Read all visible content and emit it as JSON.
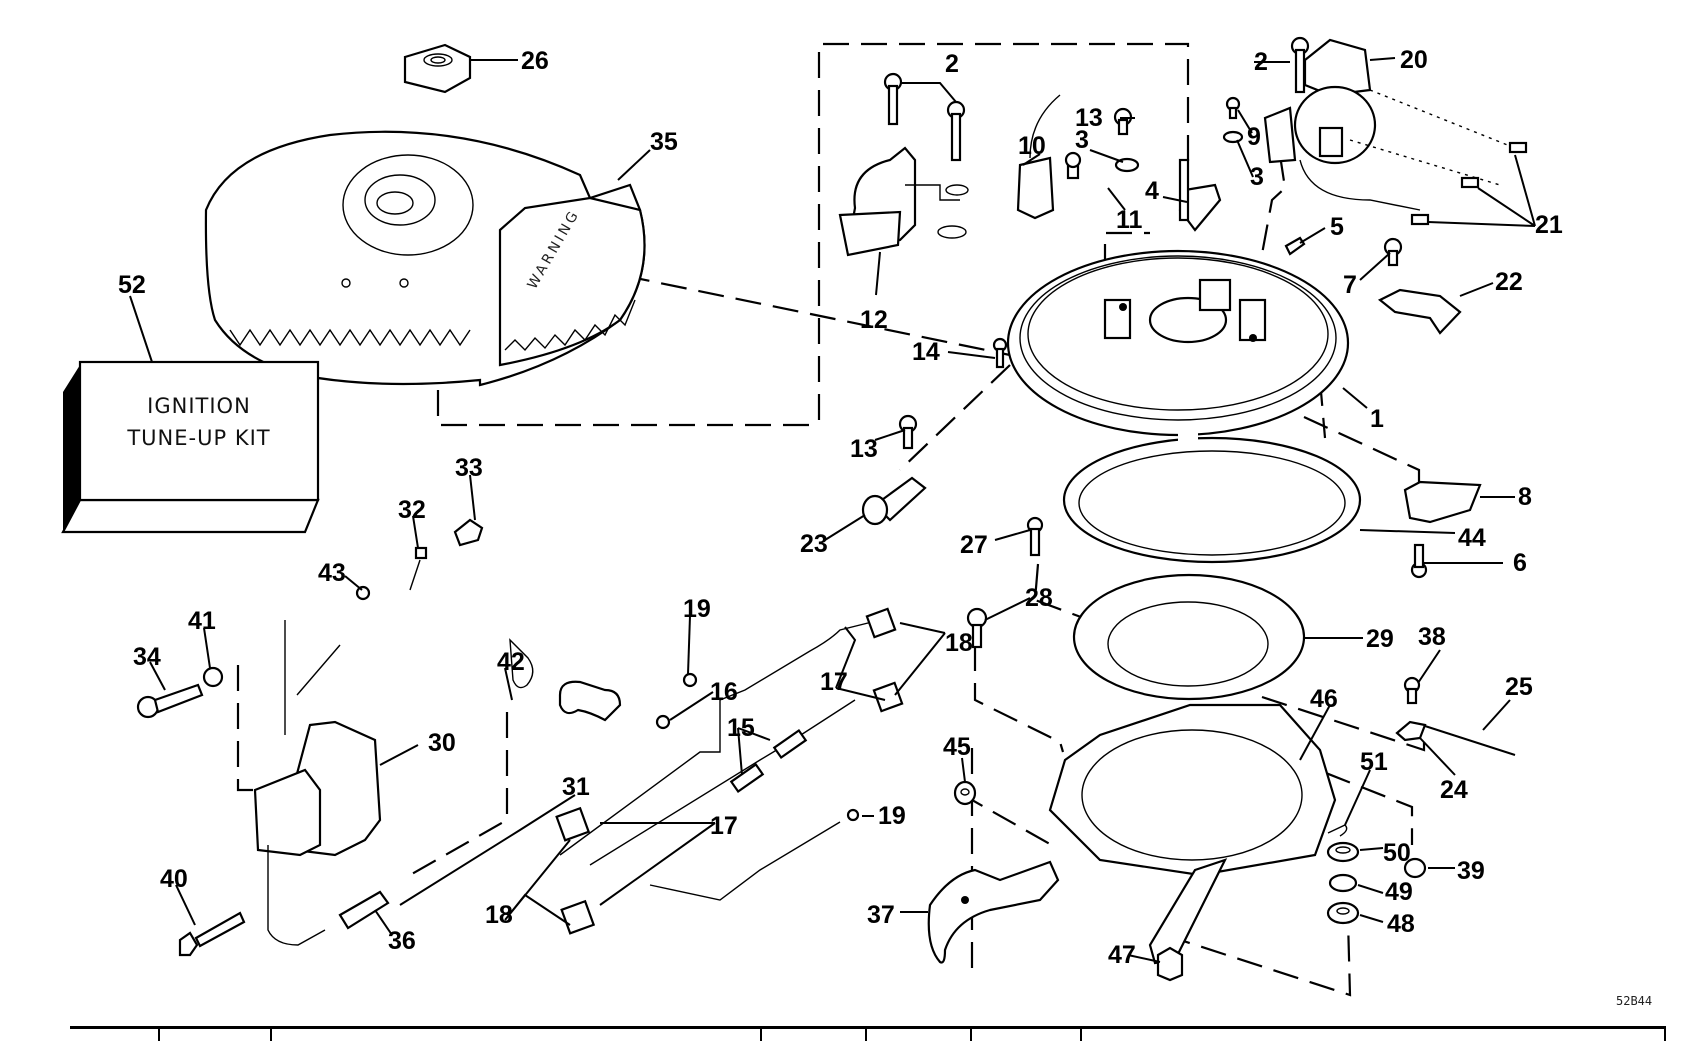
{
  "title": "Ignition System Exploded Parts Diagram",
  "figure_number": "52B44",
  "kit": {
    "line1": "IGNITION",
    "line2": "TUNE-UP KIT",
    "callout": "52"
  },
  "flywheel_warning_text": "WARNING",
  "callouts": [
    {
      "id": "26",
      "part": "flywheel-nut"
    },
    {
      "id": "35",
      "part": "flywheel"
    },
    {
      "id": "52",
      "part": "ignition-tune-up-kit"
    },
    {
      "id": "2",
      "part": "screw-breaker-left"
    },
    {
      "id": "10",
      "part": "condenser"
    },
    {
      "id": "13",
      "part": "screw-condenser"
    },
    {
      "id": "3",
      "part": "washer"
    },
    {
      "id": "11",
      "part": "screw-condenser-clamp"
    },
    {
      "id": "4",
      "part": "breaker-point-set"
    },
    {
      "id": "2",
      "part": "screw-coil"
    },
    {
      "id": "20",
      "part": "ignition-coil"
    },
    {
      "id": "9",
      "part": "screw"
    },
    {
      "id": "3",
      "part": "washer-right"
    },
    {
      "id": "21",
      "part": "coil-leads"
    },
    {
      "id": "5",
      "part": "pin"
    },
    {
      "id": "12",
      "part": "ignition-coil-left"
    },
    {
      "id": "7",
      "part": "screw-clip"
    },
    {
      "id": "22",
      "part": "clip"
    },
    {
      "id": "14",
      "part": "screw-armature"
    },
    {
      "id": "1",
      "part": "armature-plate"
    },
    {
      "id": "13",
      "part": "screw-lower"
    },
    {
      "id": "23",
      "part": "clamp"
    },
    {
      "id": "8",
      "part": "retainer"
    },
    {
      "id": "44",
      "part": "support-ring"
    },
    {
      "id": "27",
      "part": "screw-retainer"
    },
    {
      "id": "6",
      "part": "screw-retainer-plate"
    },
    {
      "id": "28",
      "part": "screw-support"
    },
    {
      "id": "18",
      "part": "terminal"
    },
    {
      "id": "29",
      "part": "retainer-plate"
    },
    {
      "id": "38",
      "part": "screw-link"
    },
    {
      "id": "25",
      "part": "throttle-link"
    },
    {
      "id": "33",
      "part": "terminal-boot"
    },
    {
      "id": "32",
      "part": "terminal-clip"
    },
    {
      "id": "43",
      "part": "nut-small"
    },
    {
      "id": "41",
      "part": "lockwasher"
    },
    {
      "id": "34",
      "part": "screw-coil-mount"
    },
    {
      "id": "42",
      "part": "clamp-wire"
    },
    {
      "id": "19",
      "part": "ring-terminal"
    },
    {
      "id": "16",
      "part": "nut-terminal"
    },
    {
      "id": "15",
      "part": "sleeve"
    },
    {
      "id": "17",
      "part": "connector-upper"
    },
    {
      "id": "30",
      "part": "ignition-coil-lower"
    },
    {
      "id": "31",
      "part": "spark-plug-boot"
    },
    {
      "id": "17",
      "part": "connector-lower"
    },
    {
      "id": "19",
      "part": "ring-terminal-lower"
    },
    {
      "id": "40",
      "part": "screw-hex"
    },
    {
      "id": "36",
      "part": "spring"
    },
    {
      "id": "18",
      "part": "terminal-lower"
    },
    {
      "id": "45",
      "part": "nut-support"
    },
    {
      "id": "46",
      "part": "support-plate"
    },
    {
      "id": "24",
      "part": "link-clip"
    },
    {
      "id": "51",
      "part": "retainer-clip"
    },
    {
      "id": "50",
      "part": "washer-50"
    },
    {
      "id": "39",
      "part": "nut-39"
    },
    {
      "id": "49",
      "part": "washer-49"
    },
    {
      "id": "48",
      "part": "washer-48"
    },
    {
      "id": "37",
      "part": "throttle-cam"
    },
    {
      "id": "47",
      "part": "bushing"
    }
  ]
}
